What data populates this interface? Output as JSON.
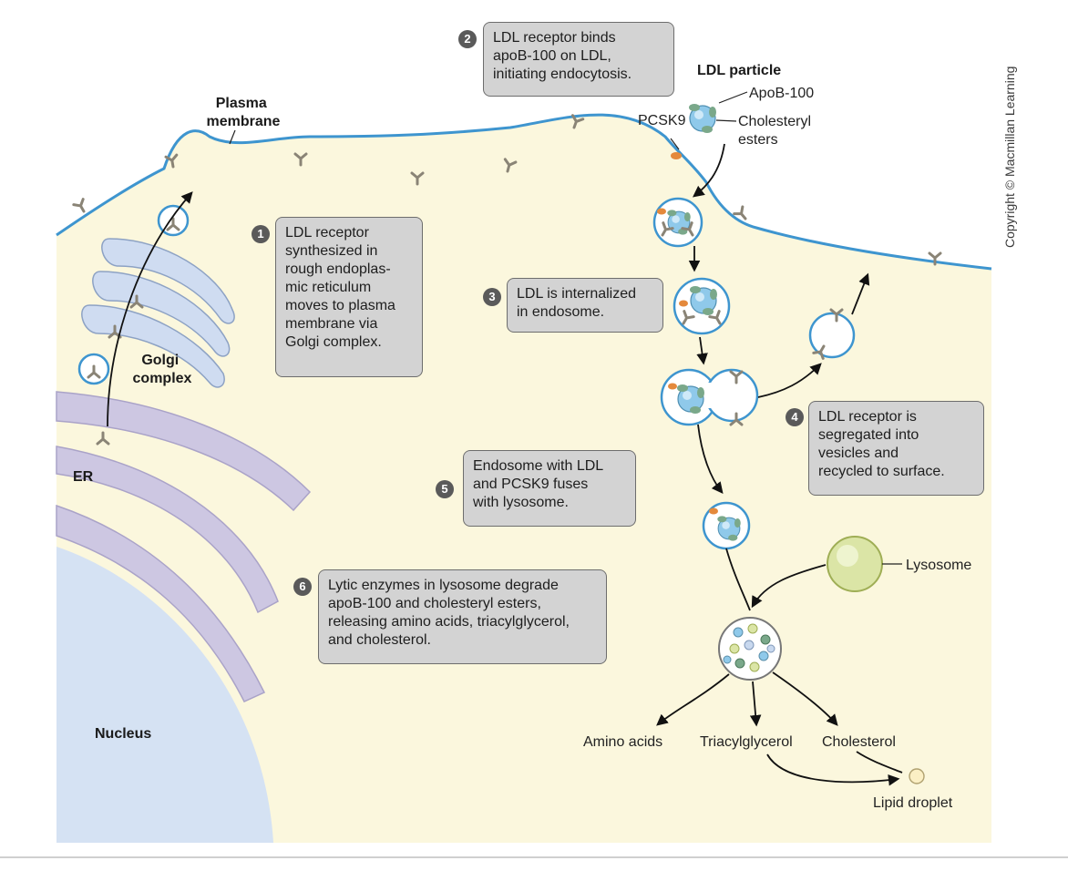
{
  "labels": {
    "plasma_membrane": [
      "Plasma",
      "membrane"
    ],
    "golgi_complex": [
      "Golgi",
      "complex"
    ],
    "er": "ER",
    "nucleus": "Nucleus",
    "ldl_particle": "LDL particle",
    "apob100": "ApoB-100",
    "cholesteryl_esters": [
      "Cholesteryl",
      "esters"
    ],
    "pcsk9": "PCSK9",
    "lysosome": "Lysosome",
    "amino_acids": "Amino acids",
    "triacylglycerol": "Triacylglycerol",
    "cholesterol": "Cholesterol",
    "lipid_droplet": "Lipid droplet"
  },
  "steps": [
    {
      "number": "1",
      "text": "LDL receptor\nsynthesized in\nrough endoplas-\nmic reticulum\nmoves to plasma\nmembrane via\nGolgi complex."
    },
    {
      "number": "2",
      "text": "LDL receptor binds\napoB-100 on LDL,\ninitiating endocytosis."
    },
    {
      "number": "3",
      "text": "LDL is internalized\nin endosome."
    },
    {
      "number": "4",
      "text": "LDL receptor is\nsegregated into\nvesicles and\nrecycled to surface."
    },
    {
      "number": "5",
      "text": "Endosome with LDL\nand PCSK9 fuses\nwith lysosome."
    },
    {
      "number": "6",
      "text": "Lytic enzymes in lysosome degrade\napoB-100 and cholesteryl esters,\nreleasing amino acids, triacylglycerol,\nand cholesterol."
    }
  ],
  "copyright": "Copyright © Macmillan Learning",
  "colors": {
    "cytoplasm": "#fbf7dd",
    "membrane": "#3e95cf",
    "golgi": "#cfdcf1",
    "er": "#cdc7e2",
    "nucleus": "#d5e2f3",
    "receptor": "#8a8476",
    "ldl_core": "#8fc9ea",
    "apob": "#7aa88a",
    "pcsk9": "#e4893b",
    "lysosome": "#dbe5a6",
    "box_fill": "#d3d3d3"
  },
  "icons": [
    "ldl-receptor-icon",
    "ldl-particle-icon",
    "pcsk9-icon",
    "vesicle-icon",
    "lysosome-icon",
    "lipid-droplet-icon"
  ]
}
